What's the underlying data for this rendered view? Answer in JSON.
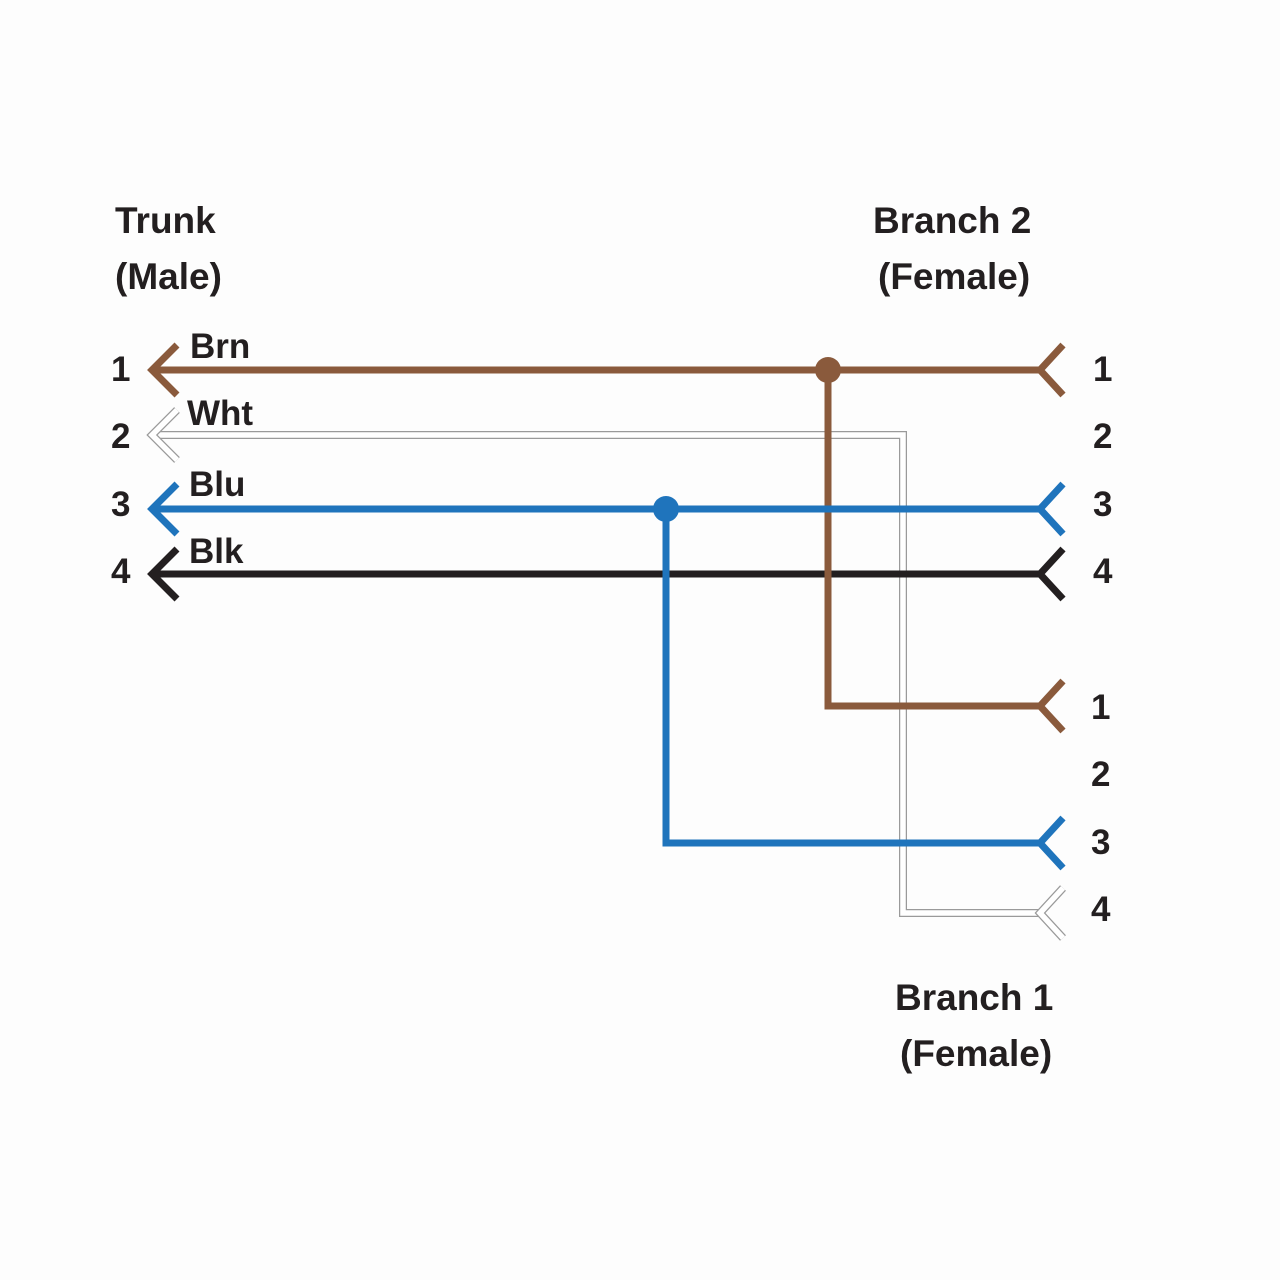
{
  "trunk": {
    "title": "Trunk",
    "subtitle": "(Male)",
    "pins": [
      "1",
      "2",
      "3",
      "4"
    ]
  },
  "branch2": {
    "title": "Branch 2",
    "subtitle": "(Female)",
    "pins": [
      "1",
      "2",
      "3",
      "4"
    ]
  },
  "branch1": {
    "title": "Branch 1",
    "subtitle": "(Female)",
    "pins": [
      "1",
      "2",
      "3",
      "4"
    ]
  },
  "wires": [
    {
      "label": "Brn",
      "color": "#8a5a3c",
      "trunk_pin": "1",
      "branch2_pin": "1",
      "branch1_pin": "1"
    },
    {
      "label": "Wht",
      "color": "#ffffff",
      "outline": "#9a9a9a",
      "trunk_pin": "2",
      "branch2_pin": null,
      "branch1_pin": "4"
    },
    {
      "label": "Blu",
      "color": "#1f74bc",
      "trunk_pin": "3",
      "branch2_pin": "3",
      "branch1_pin": "3"
    },
    {
      "label": "Blk",
      "color": "#231f20",
      "trunk_pin": "4",
      "branch2_pin": "4",
      "branch1_pin": null
    }
  ],
  "colors": {
    "text": "#231f20",
    "background": "#fdfdfd"
  }
}
